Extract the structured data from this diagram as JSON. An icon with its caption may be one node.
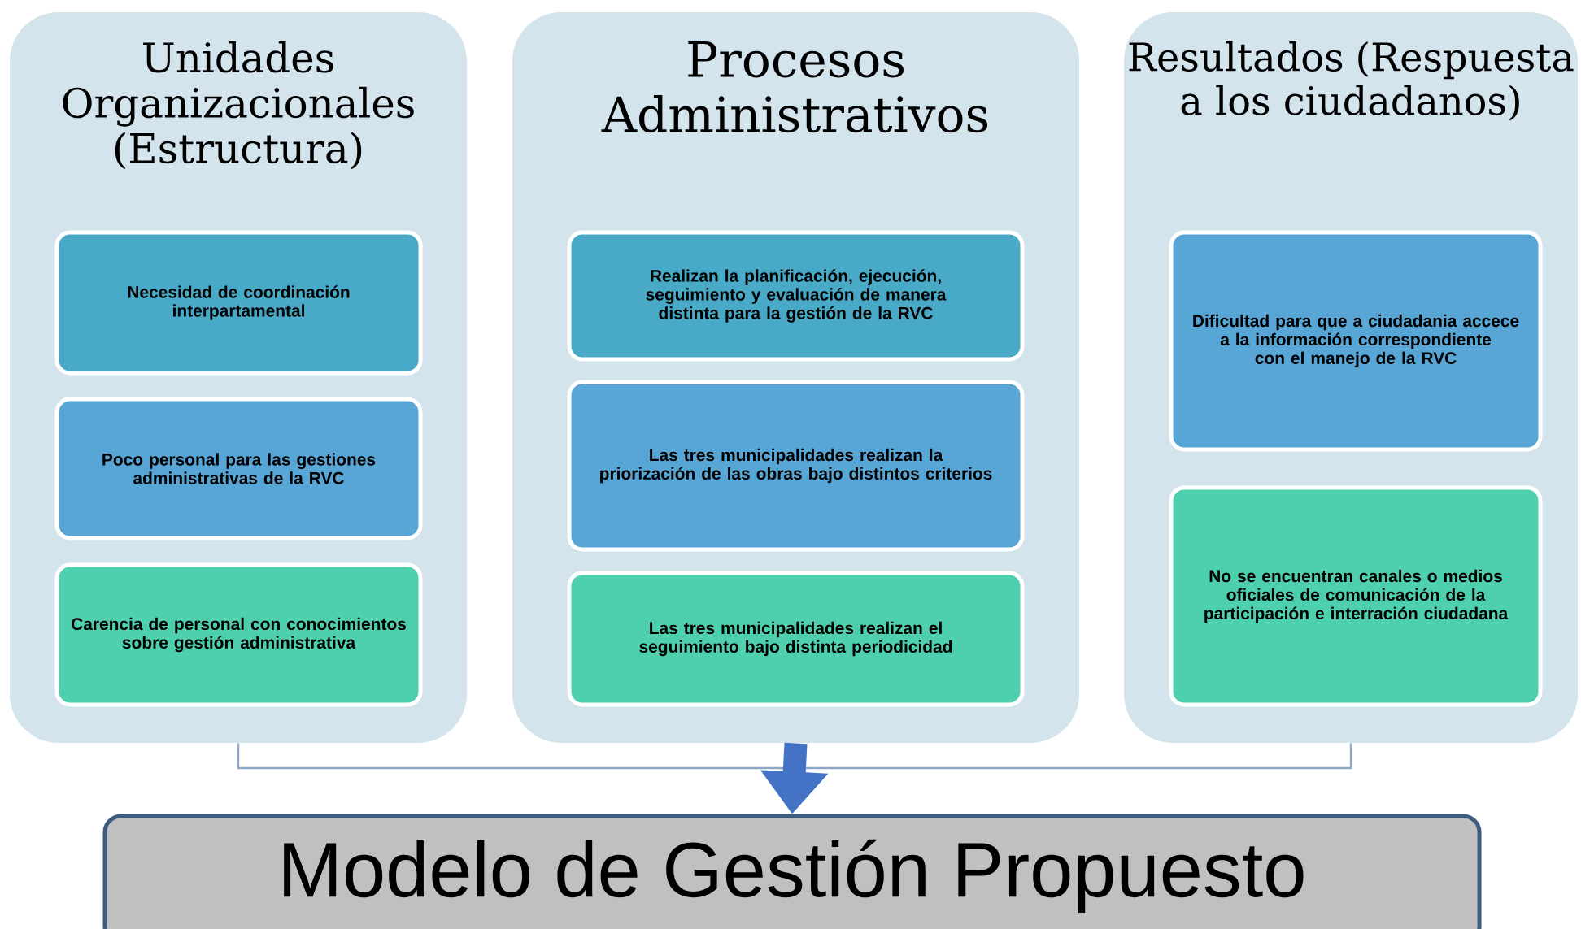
{
  "diagram": {
    "nodes": [
      {
        "text": [
          "Unidades Organizacionales (Estructura)"
        ]
      },
      {
        "text": [
          "Necesidad de coordinación interpartamental"
        ],
        "in": 0
      },
      {
        "text": [
          "Poco personal para las gestiones administrativas de la RVC"
        ],
        "in": 0
      },
      {
        "text": [
          "Carencia de personal con conocimientos sobre gestión administrativa"
        ],
        "in": 0
      },
      {
        "text": [
          "Procesos Administrativos"
        ]
      },
      {
        "text": [
          "Realizan la planificación, ejecución, seguimiento y evaluación de manera distinta para la gestión de la RVC"
        ],
        "in": 4
      },
      {
        "text": [
          "Las tres municipalidades realizan la priorización de las obras bajo distintos criterios"
        ],
        "in": 4
      },
      {
        "text": [
          "Las tres municipalidades realizan el seguimiento bajo distinta periodicidad"
        ],
        "in": 4
      },
      {
        "text": [
          "Resultados (Respuesta a los ciudadanos)"
        ]
      },
      {
        "text": [
          "Dificultad para que a ciudadania accece a la información correspondiente con el manejo de la RVC"
        ],
        "in": 8
      },
      {
        "text": [
          "No se encuentran canales o medios oficiales de comunicación de la participación e interración ciudadana"
        ],
        "in": 8
      },
      {
        "text": [
          "Modelo de Gestión Propuesto"
        ]
      }
    ],
    "edges": [
      {
        "from": 0,
        "to": 11,
        "arrow": "to"
      },
      {
        "from": 4,
        "to": 11,
        "arrow": "to",
        "style": "thick"
      },
      {
        "from": 8,
        "to": 11,
        "arrow": "to"
      }
    ]
  }
}
